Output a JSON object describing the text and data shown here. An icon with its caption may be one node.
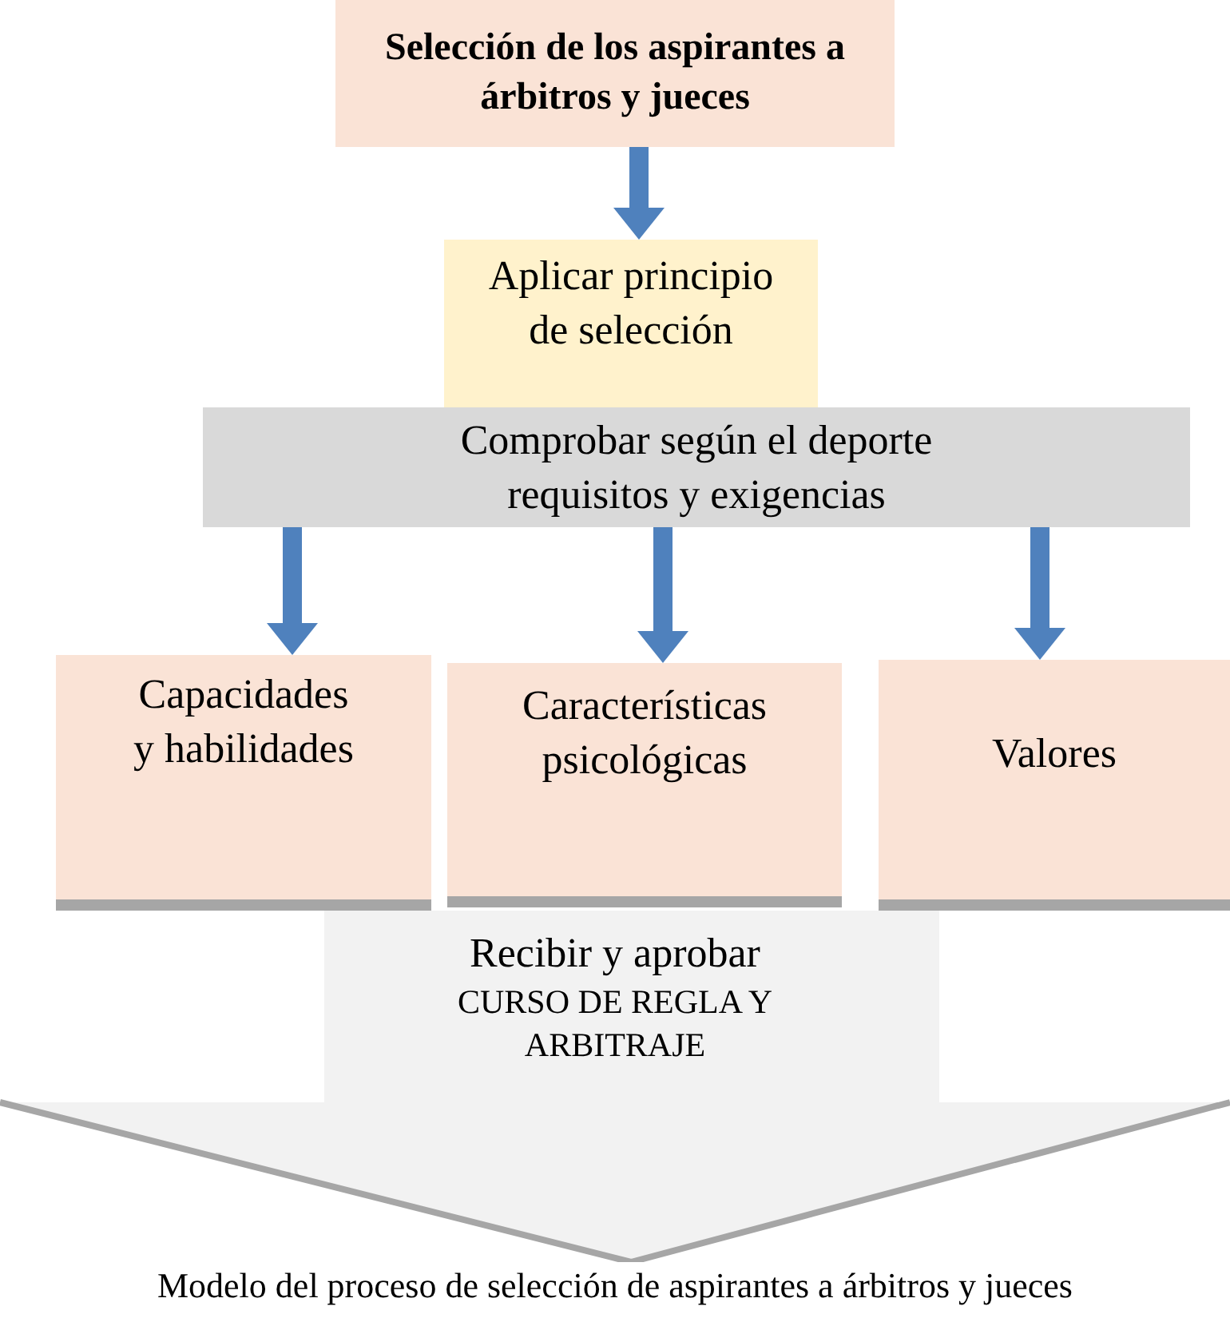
{
  "diagram": {
    "caption": "Modelo del proceso de selección de aspirantes a árbitros y jueces",
    "nodes": [
      {
        "text": [
          "Selección de los aspirantes a árbitros y jueces"
        ]
      },
      {
        "text": [
          "Aplicar principio de selección"
        ]
      },
      {
        "text": [
          "Comprobar según el deporte requisitos y exigencias"
        ]
      },
      {
        "text": [
          "Capacidades y habilidades"
        ]
      },
      {
        "text": [
          "Características psicológicas"
        ]
      },
      {
        "text": [
          "Valores"
        ]
      },
      {
        "text": [
          "Recibir y aprobar",
          "CURSO DE REGLA Y ARBITRAJE"
        ]
      }
    ],
    "edges": [
      {
        "from": 0,
        "to": 1,
        "arrow": "to"
      },
      {
        "from": 2,
        "to": 3,
        "arrow": "to"
      },
      {
        "from": 2,
        "to": 4,
        "arrow": "to"
      },
      {
        "from": 2,
        "to": 5,
        "arrow": "to"
      }
    ]
  }
}
